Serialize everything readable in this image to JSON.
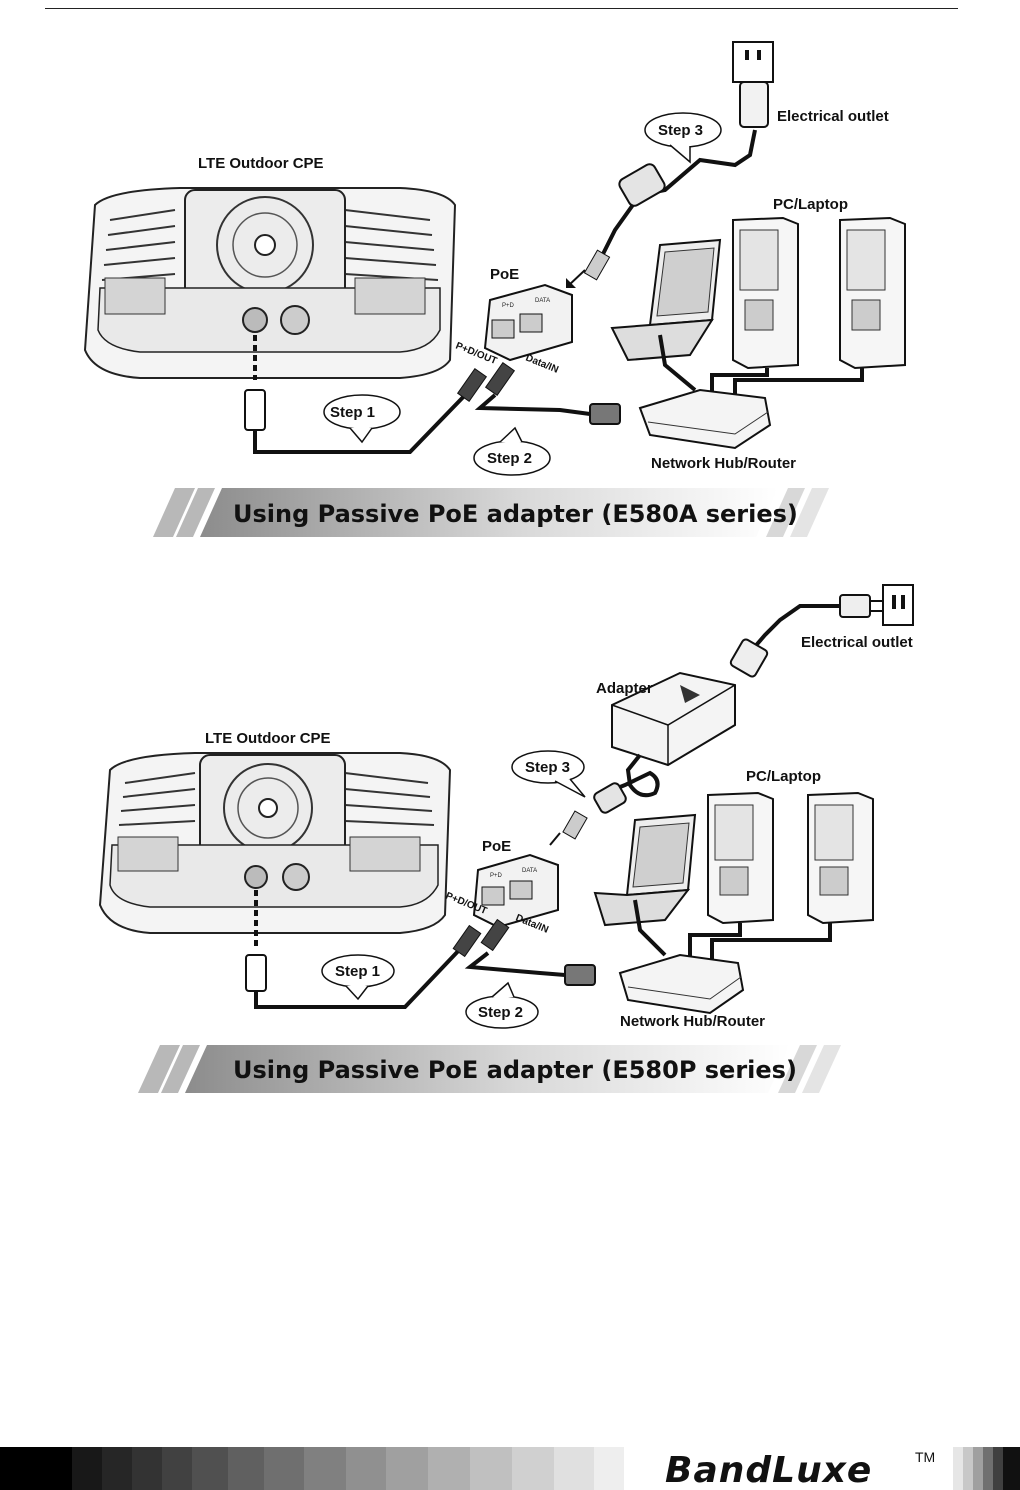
{
  "diagrams": [
    {
      "device_label": "LTE Outdoor CPE",
      "outlet_label": "Electrical outlet",
      "pc_label": "PC/Laptop",
      "poe_label": "PoE",
      "poe_port_out": "P+D/OUT",
      "poe_port_in": "Data/IN",
      "router_label": "Network Hub/Router",
      "step1": "Step 1",
      "step2": "Step 2",
      "step3": "Step 3",
      "banner": "Using Passive PoE adapter (E580A series)"
    },
    {
      "device_label": "LTE Outdoor CPE",
      "outlet_label": "Electrical outlet",
      "adapter_label": "Adapter",
      "pc_label": "PC/Laptop",
      "poe_label": "PoE",
      "poe_port_out": "P+D/OUT",
      "poe_port_in": "Data/IN",
      "router_label": "Network Hub/Router",
      "step1": "Step 1",
      "step2": "Step 2",
      "step3": "Step 3",
      "banner": "Using Passive PoE adapter (E580P series)"
    }
  ],
  "brand": {
    "name": "BandLuxe",
    "trademark": "TM"
  },
  "colors": {
    "ink": "#111111",
    "banner_gradient_start": "#8c8c8c",
    "banner_gradient_end": "#ffffff",
    "cable": "#1a1a1a"
  }
}
